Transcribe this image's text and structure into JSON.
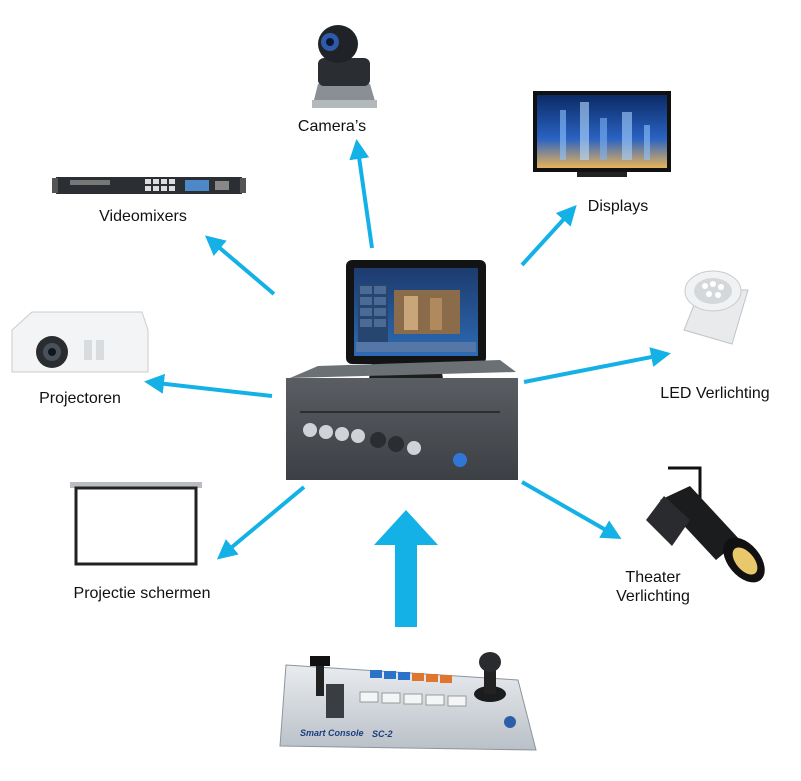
{
  "diagram": {
    "center_device": "controller-with-touchscreen",
    "input_device": "smart-console-joystick",
    "arrow_color": "#14b1e7",
    "nodes": [
      {
        "id": "cameras",
        "label": "Camera’s"
      },
      {
        "id": "displays",
        "label": "Displays"
      },
      {
        "id": "videomixers",
        "label": "Videomixers"
      },
      {
        "id": "led",
        "label": "LED Verlichting"
      },
      {
        "id": "projectoren",
        "label": "Projectoren"
      },
      {
        "id": "schermen",
        "label": "Projectie schermen"
      },
      {
        "id": "theater",
        "label_lines": [
          "Theater",
          "Verlichting"
        ]
      }
    ],
    "console_text": {
      "brand": "Smart Console",
      "model": "SC-2"
    }
  }
}
